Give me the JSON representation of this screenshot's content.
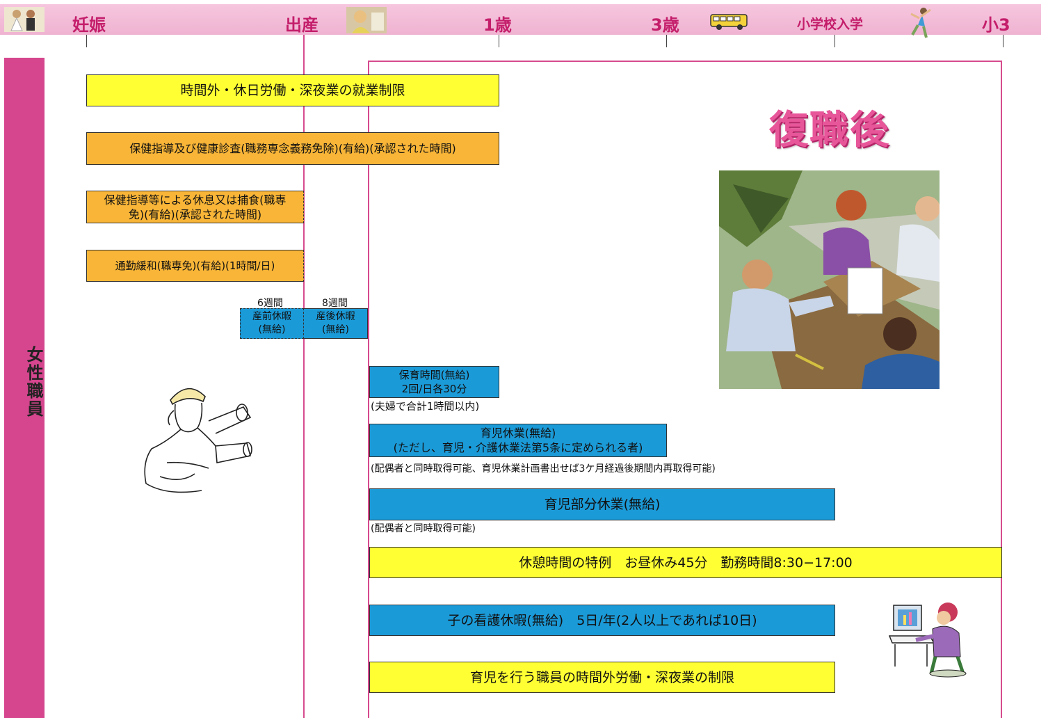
{
  "timeline": {
    "pregnancy": "妊娠",
    "birth": "出産",
    "age1": "1歳",
    "age3": "3歳",
    "school_entry": "小学校入学",
    "grade3": "小3"
  },
  "side_label": "女性職員",
  "title": "復職後",
  "bars": {
    "overtime_limit": "時間外・休日労働・深夜業の就業制限",
    "health_guidance": "保健指導及び健康診査(職務専念義務免除)(有給)(承認された時間)",
    "rest_meal_line1": "保健指導等による休息又は捕食(職専",
    "rest_meal_line2": "免)(有給)(承認された時間)",
    "commute_ease": "通勤緩和(職専免)(有給)(1時間/日)",
    "prenatal_weeks": "6週間",
    "prenatal_line1": "産前休暇",
    "prenatal_line2": "(無給)",
    "postnatal_weeks": "8週間",
    "postnatal_line1": "産後休暇",
    "postnatal_line2": "(無給)",
    "nursing_line1": "保育時間(無給)",
    "nursing_line2": "2回/日各30分",
    "nursing_note": "(夫婦で合計1時間以内)",
    "childcare_leave_line1": "育児休業(無給)",
    "childcare_leave_line2": "(ただし、育児・介護休業法第5条に定められる者)",
    "childcare_leave_note": "(配偶者と同時取得可能、育児休業計画書出せば3ケ月経過後期間内再取得可能)",
    "partial_leave": "育児部分休業(無給)",
    "partial_leave_note": "(配偶者と同時取得可能)",
    "break_special": "休憩時間の特例　お昼休み45分　勤務時間8:30−17:00",
    "sick_child_leave": "子の看護休暇(無給)　5日/年(2人以上であれば10日)",
    "childcare_overtime_limit": "育児を行う職員の時間外労働・深夜業の制限"
  },
  "colors": {
    "pink_accent": "#d64b8e",
    "timeline_band": "#f2bcd8",
    "yellow_bar": "#ffff33",
    "orange_bar": "#f8b537",
    "blue_bar": "#1b9ad8",
    "title_pink": "#e8569a"
  },
  "icons": [
    "bride-couple-icon",
    "newborn-baby-icon",
    "school-bus-icon",
    "jumping-child-icon",
    "woman-engineer-illustration",
    "office-meeting-illustration",
    "woman-at-computer-illustration"
  ]
}
